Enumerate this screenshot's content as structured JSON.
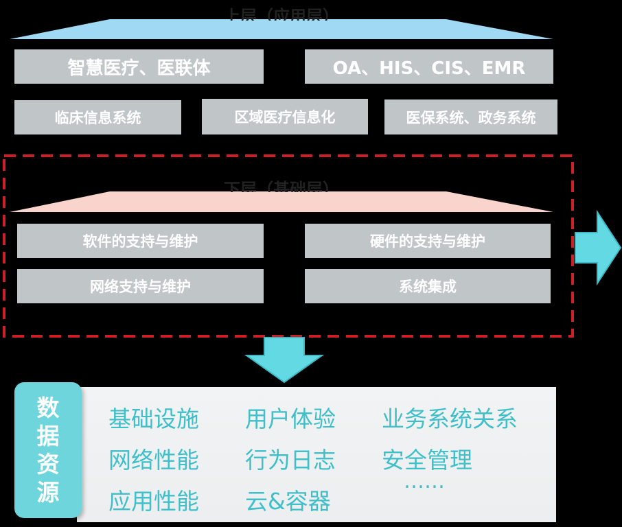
{
  "upper_layer": {
    "title": "上层（应用层）",
    "row1": [
      "智慧医疗、医联体",
      "OA、HIS、CIS、EMR"
    ],
    "row2": [
      "临床信息系统",
      "区域医疗信息化",
      "医保系统、政务系统"
    ],
    "band_color": "#9fd9f3"
  },
  "lower_layer": {
    "title": "下层（基础层）",
    "row1": [
      "软件的支持与维护",
      "硬件的支持与维护"
    ],
    "row2": [
      "网络支持与维护",
      "系统集成"
    ],
    "band_color": "#f8d4cc",
    "border_color": "#cc1f26"
  },
  "data_resources": {
    "label": [
      "数",
      "据",
      "资",
      "源"
    ],
    "items": {
      "c1": [
        "基础设施",
        "网络性能",
        "应用性能"
      ],
      "c2": [
        "用户体验",
        "行为日志",
        "云&容器"
      ],
      "c3": [
        "业务系统关系",
        "安全管理",
        "……"
      ]
    },
    "accent": "#6dd5db",
    "text_color": "#3ebfc9"
  },
  "arrow_color": "#62d9e3"
}
